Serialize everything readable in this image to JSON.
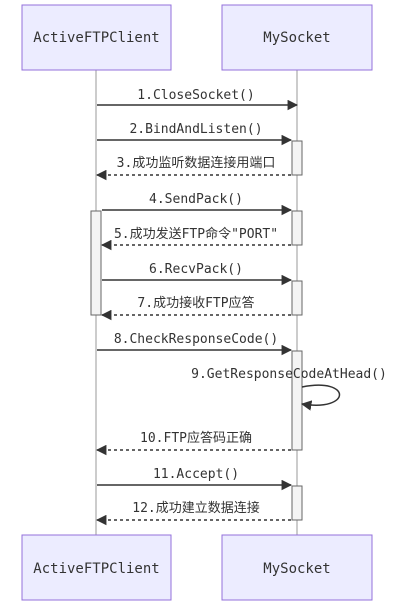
{
  "actors": {
    "client": "ActiveFTPClient",
    "socket": "MySocket"
  },
  "messages": [
    {
      "label": "1.CloseSocket()",
      "from": "client",
      "to": "socket",
      "style": "solid"
    },
    {
      "label": "2.BindAndListen()",
      "from": "client",
      "to": "socket",
      "style": "solid"
    },
    {
      "label": "3.成功监听数据连接用端口",
      "from": "socket",
      "to": "client",
      "style": "dashed"
    },
    {
      "label": "4.SendPack()",
      "from": "client",
      "to": "socket",
      "style": "solid"
    },
    {
      "label": "5.成功发送FTP命令\"PORT\"",
      "from": "socket",
      "to": "client",
      "style": "dashed"
    },
    {
      "label": "6.RecvPack()",
      "from": "client",
      "to": "socket",
      "style": "solid"
    },
    {
      "label": "7.成功接收FTP应答",
      "from": "socket",
      "to": "client",
      "style": "dashed"
    },
    {
      "label": "8.CheckResponseCode()",
      "from": "client",
      "to": "socket",
      "style": "solid"
    },
    {
      "label": "9.GetResponseCodeAtHead()",
      "from": "socket",
      "to": "socket",
      "style": "solid"
    },
    {
      "label": "10.FTP应答码正确",
      "from": "socket",
      "to": "client",
      "style": "dashed"
    },
    {
      "label": "11.Accept()",
      "from": "client",
      "to": "socket",
      "style": "solid"
    },
    {
      "label": "12.成功建立数据连接",
      "from": "socket",
      "to": "client",
      "style": "dashed"
    }
  ]
}
